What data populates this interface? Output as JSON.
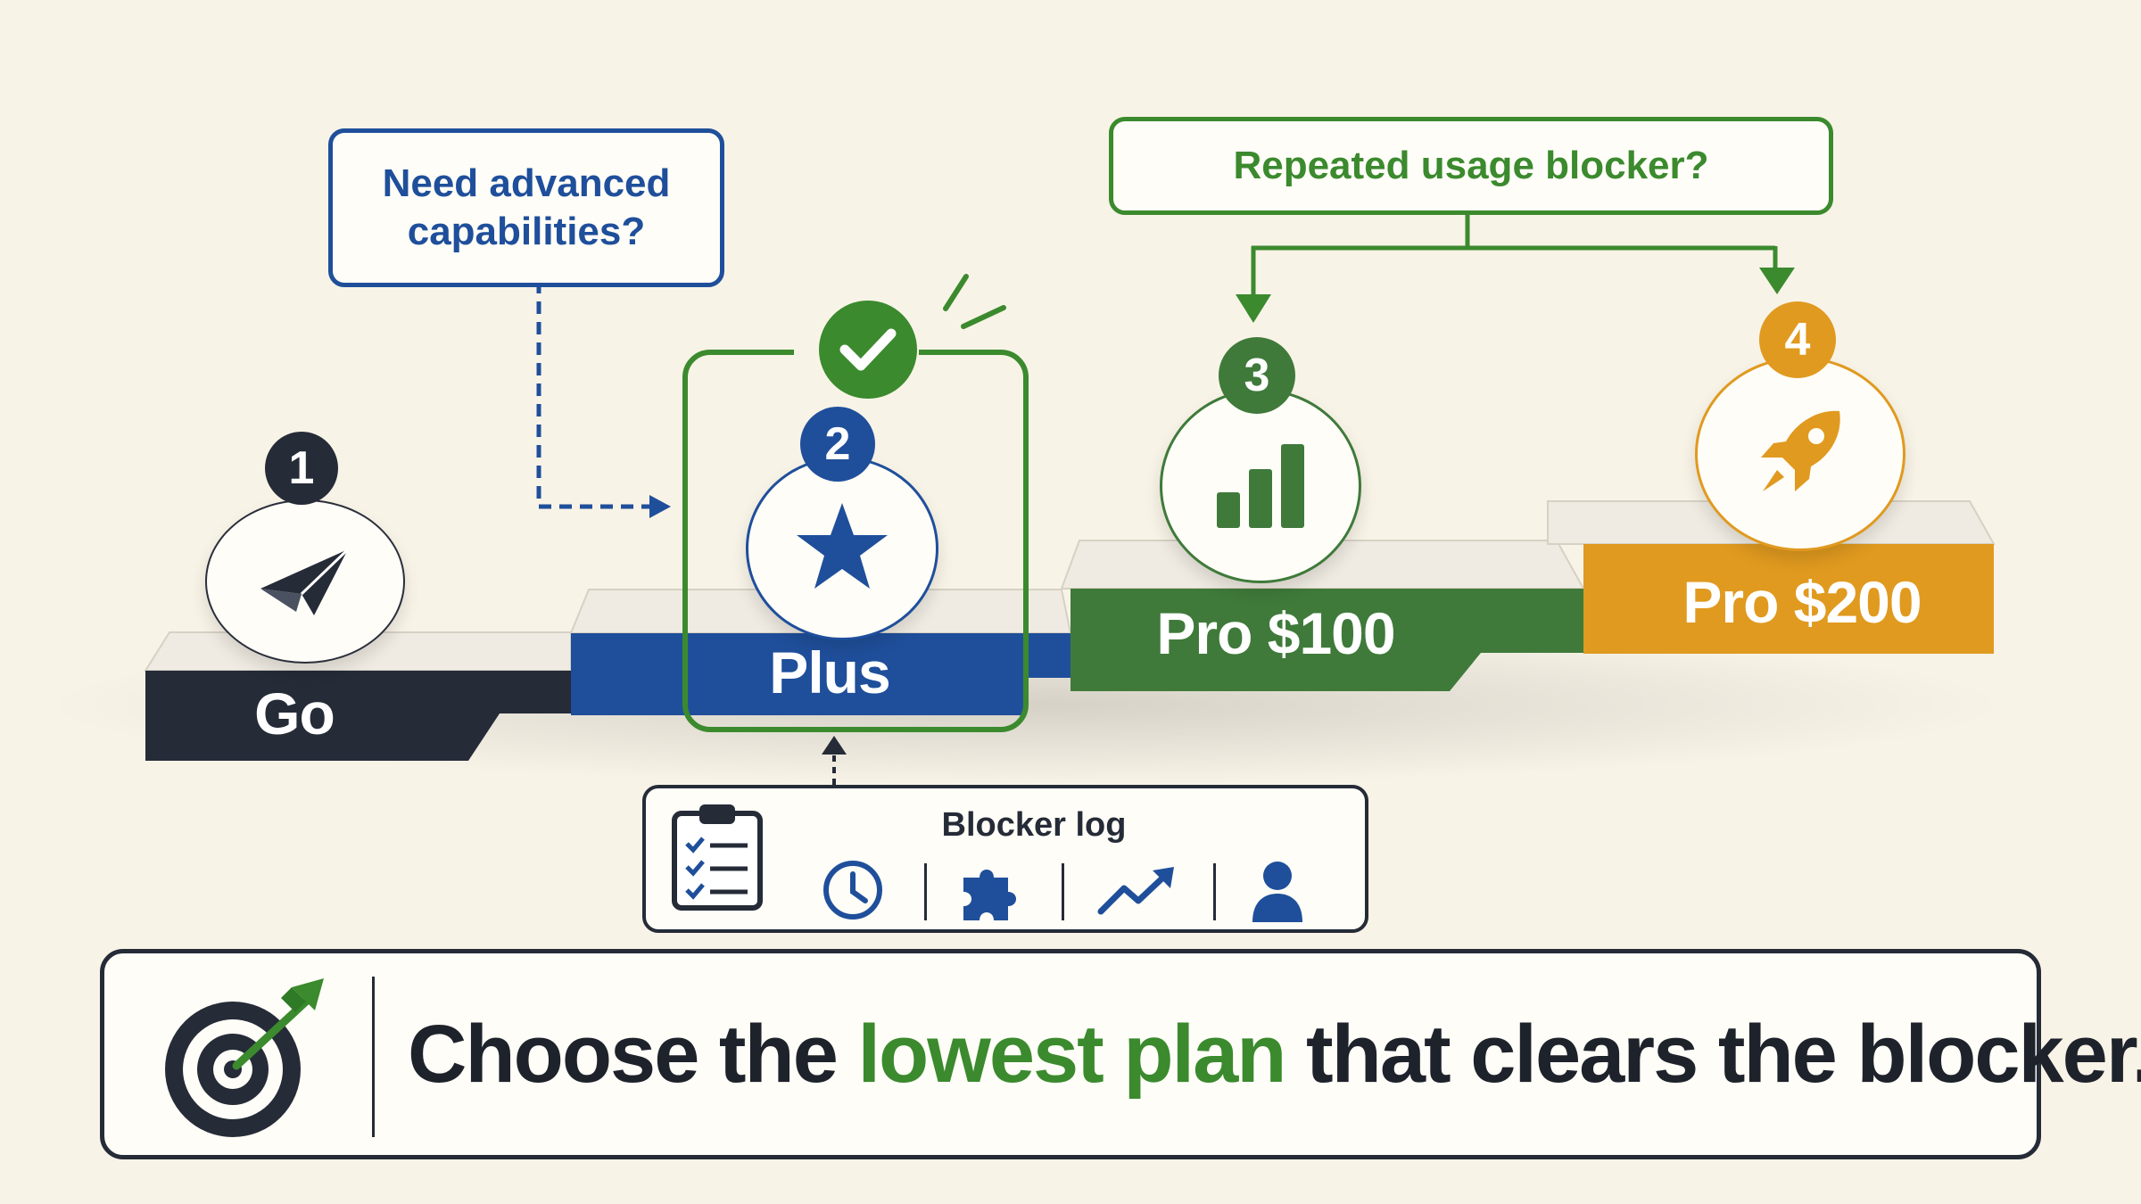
{
  "plans": [
    {
      "number": "1",
      "name": "Go",
      "icon": "paper-plane-icon",
      "color": "#252b37"
    },
    {
      "number": "2",
      "name": "Plus",
      "icon": "star-icon",
      "color": "#1f4f9b"
    },
    {
      "number": "3",
      "name": "Pro $100",
      "icon": "bar-chart-icon",
      "color": "#3f7a3a"
    },
    {
      "number": "4",
      "name": "Pro $200",
      "icon": "rocket-icon",
      "color": "#e09a1f"
    }
  ],
  "callouts": {
    "advanced": {
      "line1": "Need advanced",
      "line2": "capabilities?",
      "color": "#1f4f9b"
    },
    "usage": {
      "text": "Repeated usage blocker?",
      "color": "#3b8a2e"
    }
  },
  "blocker_log": {
    "title": "Blocker log",
    "icons": [
      "clipboard-checklist-icon",
      "clock-icon",
      "puzzle-icon",
      "trend-up-icon",
      "person-icon"
    ]
  },
  "banner": {
    "prefix": "Choose the",
    "highlight": "lowest plan",
    "suffix": "that clears the blocker.",
    "highlight_color": "#3b8a2e",
    "icon": "target-arrow-icon"
  },
  "selected_plan": "Plus",
  "selected_icon": "check-icon"
}
